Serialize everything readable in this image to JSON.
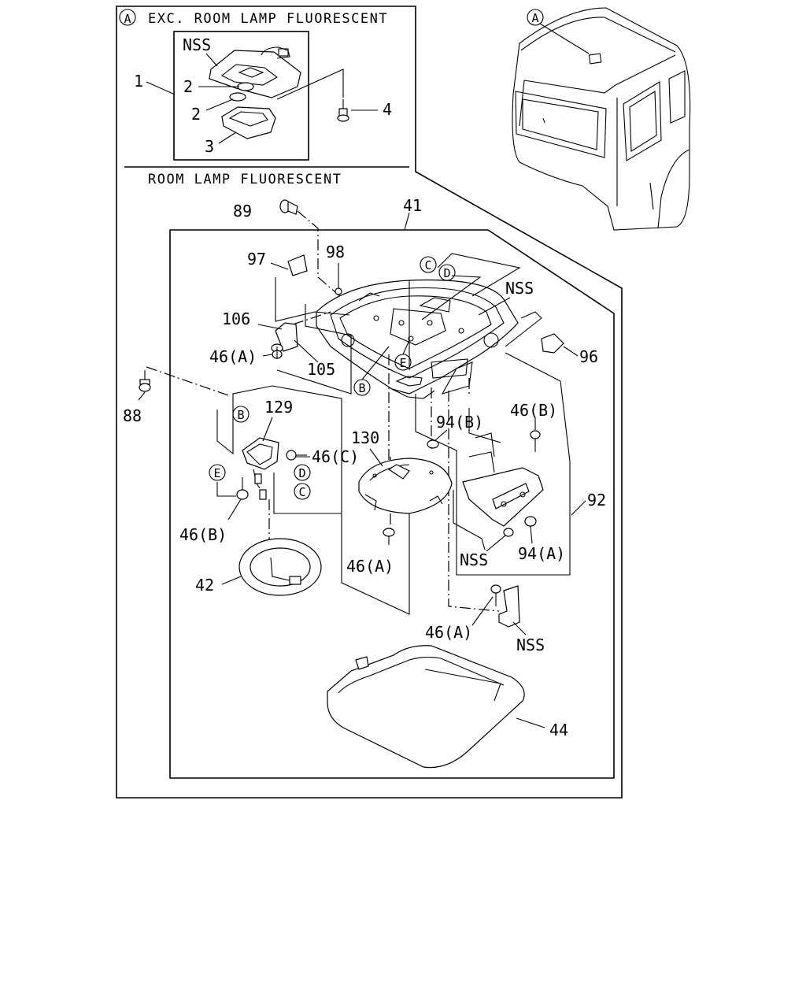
{
  "section_a": {
    "marker": "A",
    "title": "EXC. ROOM LAMP FLUORESCENT"
  },
  "section_b": {
    "title": "ROOM LAMP FLUORESCENT"
  },
  "cab_marker": "A",
  "labels": {
    "nss_top": "NSS",
    "p1": "1",
    "p2a": "2",
    "p2b": "2",
    "p3": "3",
    "p4": "4",
    "p89": "89",
    "p41": "41",
    "p97": "97",
    "p98": "98",
    "c_top": "C",
    "d_top": "D",
    "nss_right": "NSS",
    "p106": "106",
    "p46a_1": "46(A)",
    "p105": "105",
    "b_mid": "B",
    "e_mid": "E",
    "p96": "96",
    "p88": "88",
    "b_left": "B",
    "p129": "129",
    "p46c": "46(C)",
    "e_left": "E",
    "d_left": "D",
    "c_left": "C",
    "p46b_left": "46(B)",
    "p130": "130",
    "p94b": "94(B)",
    "p46b_right": "46(B)",
    "p92": "92",
    "nss_low": "NSS",
    "p94a": "94(A)",
    "p46a_2": "46(A)",
    "p42": "42",
    "p46a_3": "46(A)",
    "nss_bottom": "NSS",
    "p44": "44"
  }
}
